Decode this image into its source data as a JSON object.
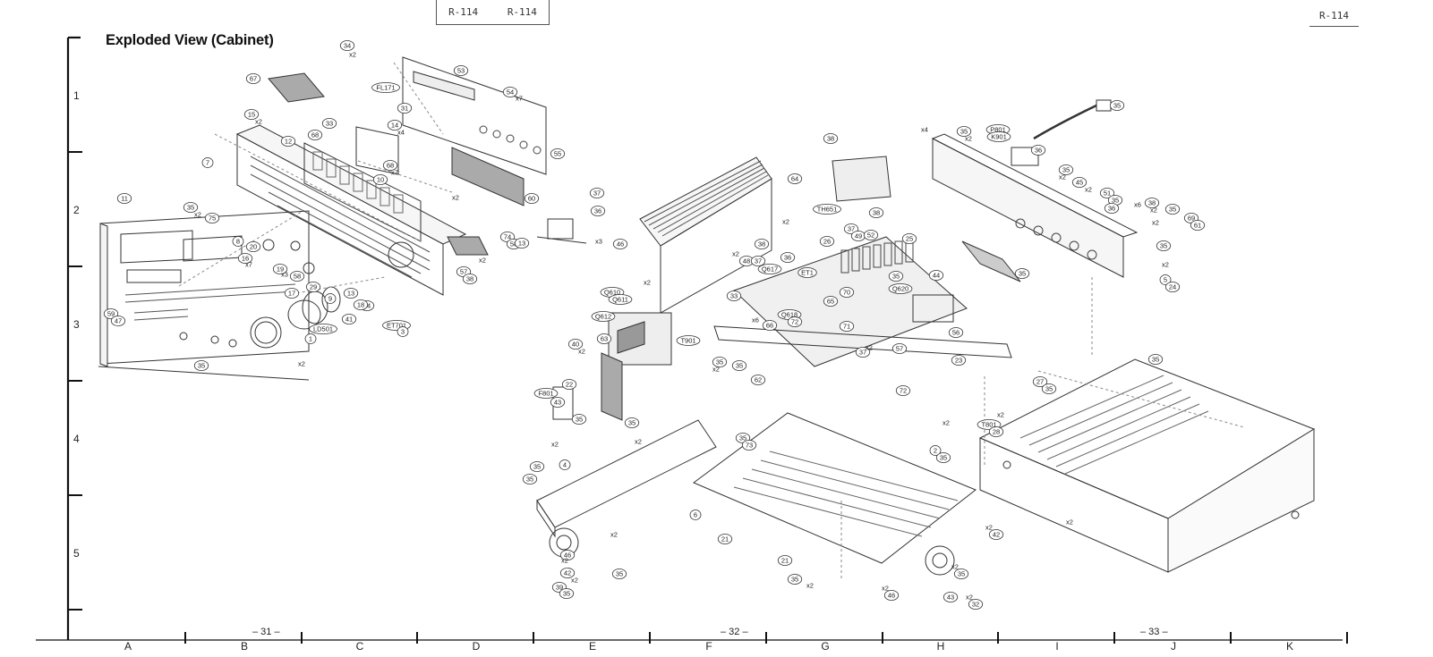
{
  "header": {
    "box_center": [
      "R-114",
      "R-114"
    ],
    "box_right": "R-114"
  },
  "title": "Exploded View (Cabinet)",
  "row_labels": [
    "1",
    "2",
    "3",
    "4",
    "5"
  ],
  "column_labels": [
    "A",
    "B",
    "C",
    "D",
    "E",
    "F",
    "G",
    "H",
    "I",
    "J",
    "K"
  ],
  "page_numbers": [
    "– 31 –",
    "– 32 –",
    "– 33 –"
  ],
  "callouts": [
    "67",
    "34",
    "x2",
    "15",
    "x2",
    "FL171",
    "53",
    "54",
    "x7",
    "31",
    "14",
    "x4",
    "33",
    "68",
    "12",
    "55",
    "7",
    "68",
    "x7",
    "10",
    "60",
    "37",
    "36",
    "11",
    "35",
    "x2",
    "75",
    "8",
    "20",
    "16",
    "x7",
    "19",
    "x3",
    "58",
    "17",
    "29",
    "9",
    "13",
    "34",
    "x2",
    "74",
    "58",
    "13",
    "x2",
    "57",
    "38",
    "x3",
    "59",
    "47",
    "LD501",
    "18",
    "41",
    "1",
    "35",
    "x2",
    "ET701",
    "3",
    "38",
    "x4",
    "35",
    "x2",
    "P801",
    "K901",
    "35",
    "36",
    "35",
    "x2",
    "45",
    "x2",
    "51",
    "35",
    "36",
    "x6",
    "38",
    "x2",
    "35",
    "x2",
    "69",
    "61",
    "35",
    "35",
    "x2",
    "5",
    "24",
    "64",
    "TH651",
    "38",
    "x2",
    "37",
    "49",
    "52",
    "25",
    "46",
    "38",
    "26",
    "36",
    "x2",
    "48",
    "37",
    "Q617",
    "ET1",
    "35",
    "44",
    "x2",
    "Q610",
    "Q611",
    "70",
    "Q620",
    "33",
    "x6",
    "Q618",
    "72",
    "65",
    "Q612",
    "66",
    "56",
    "71",
    "T901",
    "40",
    "x2",
    "63",
    "35",
    "x2",
    "35",
    "37",
    "57",
    "x2",
    "62",
    "23",
    "22",
    "F801",
    "72",
    "27",
    "35",
    "43",
    "x2",
    "T801",
    "28",
    "35",
    "x2",
    "2",
    "35",
    "35",
    "x2",
    "35",
    "x2",
    "35",
    "73",
    "35",
    "4",
    "35",
    "6",
    "21",
    "x2",
    "46",
    "x2",
    "42",
    "x2",
    "39",
    "35",
    "35",
    "35",
    "x2",
    "21",
    "x2",
    "46",
    "x2",
    "42",
    "x2",
    "35",
    "x2",
    "32",
    "43",
    "x2"
  ]
}
